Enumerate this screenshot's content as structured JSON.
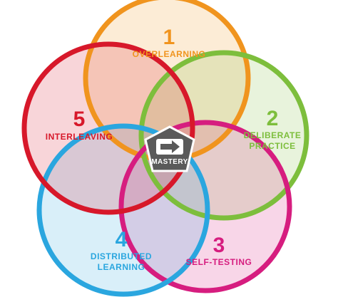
{
  "circles": [
    {
      "number": "1",
      "label": "OVERLEARNING",
      "color": "#F0941E"
    },
    {
      "number": "2",
      "label": "DELIBERATE PRACTICE",
      "label_lines": [
        "DELIBERATE",
        "PRACTICE"
      ],
      "color": "#7DBE3C"
    },
    {
      "number": "3",
      "label": "SELF-TESTING",
      "color": "#D61D7F"
    },
    {
      "number": "4",
      "label": "DISTRIBUTED LEARNING",
      "label_lines": [
        "DISTRIBUTED",
        "LEARNING"
      ],
      "color": "#2AA6DF"
    },
    {
      "number": "5",
      "label": "INTERLEAVING",
      "color": "#D7182A"
    }
  ],
  "center": {
    "label": "MASTERY",
    "badge_color": "#5A5A5A",
    "icon": "right-arrow-icon"
  }
}
